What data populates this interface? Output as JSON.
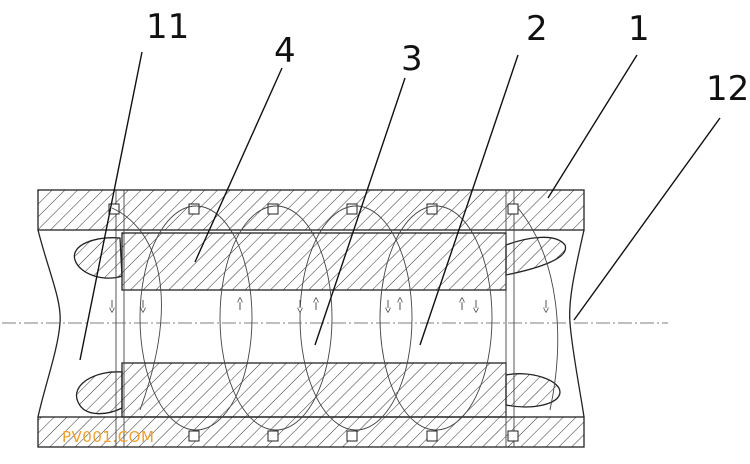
{
  "labels": {
    "l11": "11",
    "l4": "4",
    "l3": "3",
    "l2": "2",
    "l1": "1",
    "l12": "12"
  },
  "watermark": "PV001.COM"
}
